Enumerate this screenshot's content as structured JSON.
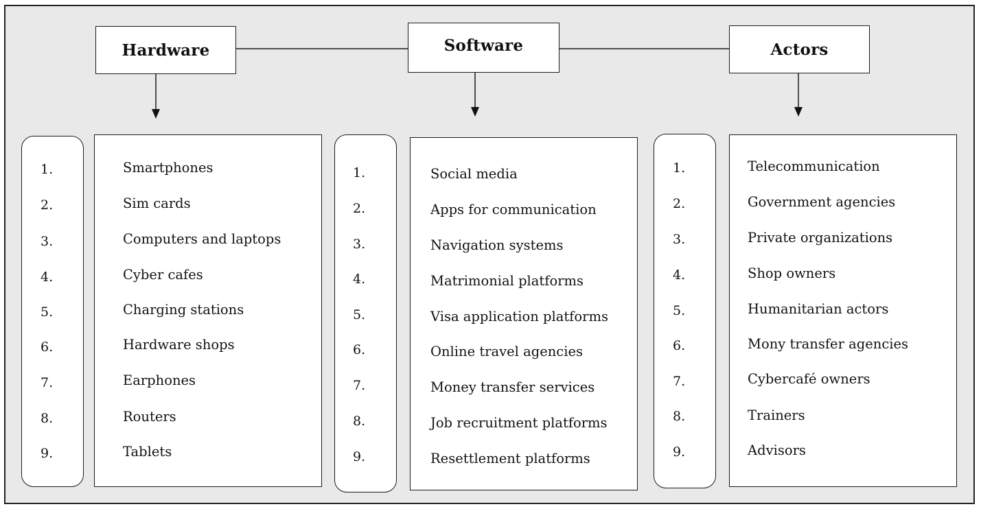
{
  "columns": [
    {
      "header": "Hardware",
      "numbers": [
        "1.",
        "2.",
        "3.",
        "4.",
        "5.",
        "6.",
        "7.",
        "8.",
        "9."
      ],
      "items": [
        "Smartphones",
        "Sim cards",
        "Computers and laptops",
        "Cyber cafes",
        "Charging stations",
        "Hardware shops",
        "Earphones",
        "Routers",
        "Tablets"
      ]
    },
    {
      "header": "Software",
      "numbers": [
        "1.",
        "2.",
        "3.",
        "4.",
        "5.",
        "6.",
        "7.",
        "8.",
        "9."
      ],
      "items": [
        "Social media",
        "Apps for communication",
        "Navigation systems",
        "Matrimonial platforms",
        "Visa application platforms",
        "Online travel agencies",
        "Money transfer services",
        "Job recruitment platforms",
        "Resettlement platforms"
      ]
    },
    {
      "header": "Actors",
      "numbers": [
        "1.",
        "2.",
        "3.",
        "4.",
        "5.",
        "6.",
        "7.",
        "8.",
        "9."
      ],
      "items": [
        "Telecommunication",
        "Government agencies",
        "Private organizations",
        "Shop owners",
        "Humanitarian actors",
        "Mony transfer agencies",
        "Cybercafé owners",
        "Trainers",
        "Advisors"
      ]
    }
  ]
}
